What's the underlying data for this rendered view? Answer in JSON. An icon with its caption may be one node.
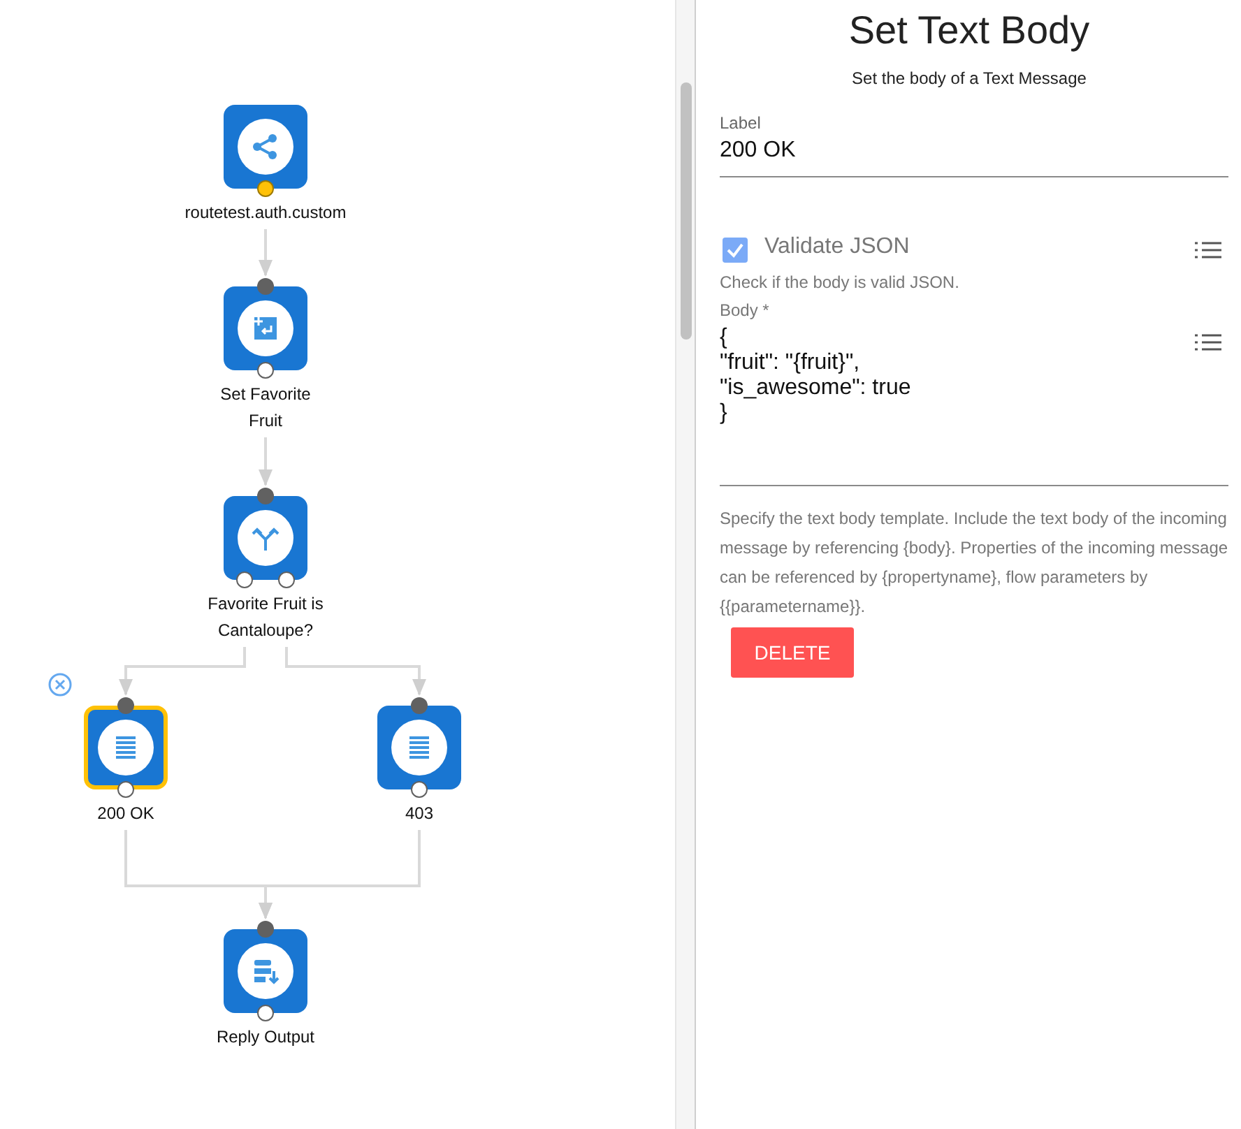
{
  "diagram": {
    "nodes": [
      {
        "text": [
          "routetest.auth.custom"
        ]
      },
      {
        "text": [
          "Set Favorite Fruit"
        ]
      },
      {
        "text": [
          "Favorite Fruit is Cantaloupe?"
        ]
      },
      {
        "text": [
          "200 OK"
        ]
      },
      {
        "text": [
          "403"
        ]
      },
      {
        "text": [
          "Reply Output"
        ]
      }
    ],
    "edges": [
      {
        "from": 0,
        "to": 1,
        "arrow": "to"
      },
      {
        "from": 1,
        "to": 2,
        "arrow": "to"
      },
      {
        "from": 2,
        "to": 3,
        "arrow": "to"
      },
      {
        "from": 2,
        "to": 4,
        "arrow": "to"
      },
      {
        "from": 3,
        "to": 5,
        "arrow": "to"
      },
      {
        "from": 4,
        "to": 5,
        "arrow": "to"
      }
    ],
    "labels": [
      "Set Text Body",
      "Set the body of a Text Message",
      "Label",
      "200 OK",
      "Validate JSON",
      "Check if the body is valid JSON.",
      "Body *",
      "{",
      "\"fruit\": \"{fruit}\",",
      "\"is_awesome\": true",
      "}",
      "Specify the text body template. Include the text body of the incoming message by referencing {body}. Properties of the incoming message can be referenced by {propertyname}, flow parameters by {{parametername}}.",
      "DELETE"
    ]
  }
}
